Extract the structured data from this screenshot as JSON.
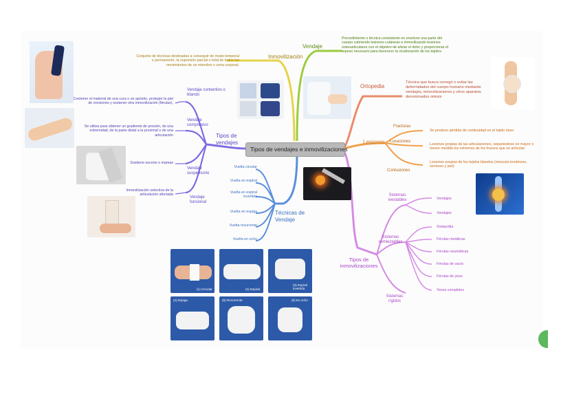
{
  "central": {
    "title": "Tipos de vendajes e inmovilizaciones"
  },
  "top": {
    "inmovilizacion_label": "Inmovilización",
    "inmovilizacion_def": "Conjunto de técnicas destinadas a conseguir de modo temporal o permanente, la supresión parcial o total de todos los movimientos de un miembro o zona corporal.",
    "vendaje_label": "Vendaje",
    "vendaje_def": "Procedimiento o técnica consistente en envolver una parte del cuerpo cubriendo lesiones cutáneas e inmovilizando lesiones osteoarticulares con el objetivo de aliviar el dolor y proporcionar el reposo necesario para favorecer la cicatrización de los tejidos."
  },
  "left": {
    "tipos_vendajes": "Tipos de vendajes",
    "items": [
      {
        "label": "Vendaje contentivo o blando",
        "desc": "Contener el material de una cura o un apósito, proteger la piel de erosiones y sostener otra inmovilización (férulas)."
      },
      {
        "label": "Vendaje compresivo",
        "desc": "Se utiliza para obtener un gradiente de presión, de una extremidad, de la parte distal a la proximal o de una articulación"
      },
      {
        "label": "Vendaje suspensorio",
        "desc": "Sostiene escroto o mamas"
      },
      {
        "label": "Vendaje funcional",
        "desc": "Inmovilización selectiva de la articulación afectada"
      }
    ]
  },
  "tecnicas": {
    "label": "Técnicas de Vendaje",
    "items": [
      "Vuelta circular",
      "Vuelta en espiral",
      "Vuelta en espiral invertida",
      "Vuelta en espiga",
      "Vuelta recurrente",
      "Vuelta en ocho"
    ],
    "captions": [
      "(1) Circular",
      "(2) Espiral",
      "(3) Espiral invertida",
      "(4) Espiga",
      "(5) Recurrente",
      "(6) En ocho"
    ]
  },
  "right": {
    "ortopedia": "Ortopedia",
    "ortopedia_def": "Técnica que busca corregir o evitar las deformidades del cuerpo humano mediante vendajes, inmovilizaciones y otros aparatos denominados ortesis",
    "lesiones": "Lesiones",
    "lesiones_items": [
      {
        "label": "Fracturas",
        "desc": "Se produce pérdida de continuidad en el tejido óseo"
      },
      {
        "label": "Luxaciones",
        "desc": "Lesiones propias de las articulaciones, separándose en mayor o menor medida los extremos de los huesos que se articulan"
      },
      {
        "label": "Contusiones",
        "desc": "Lesiones propias de los tejidos blandos (músculo-tendinoso, nervioso y piel)"
      }
    ]
  },
  "inmov": {
    "label": "Tipos de inmovilizaciones",
    "inestables": "Sistemas inestables",
    "inestables_items": [
      "Vendajes",
      "Vendajes"
    ],
    "semiestables": "Sistemas semiestables",
    "semiestables_items": [
      "Sindactilia",
      "Férulas metálicas",
      "Férulas neumáticas",
      "Férulas de vacío",
      "Férulas de yeso",
      "Yesos completos"
    ],
    "rigidos": "Sistemas rígidos"
  },
  "colors": {
    "purple": "#7d6be0",
    "blue": "#5a8fdc",
    "yellow": "#e6d24a",
    "green": "#9ccc3c",
    "salmon": "#e88b6b",
    "orange": "#f0a04b",
    "pink": "#d58ae6",
    "central": "#b9b9b9"
  }
}
